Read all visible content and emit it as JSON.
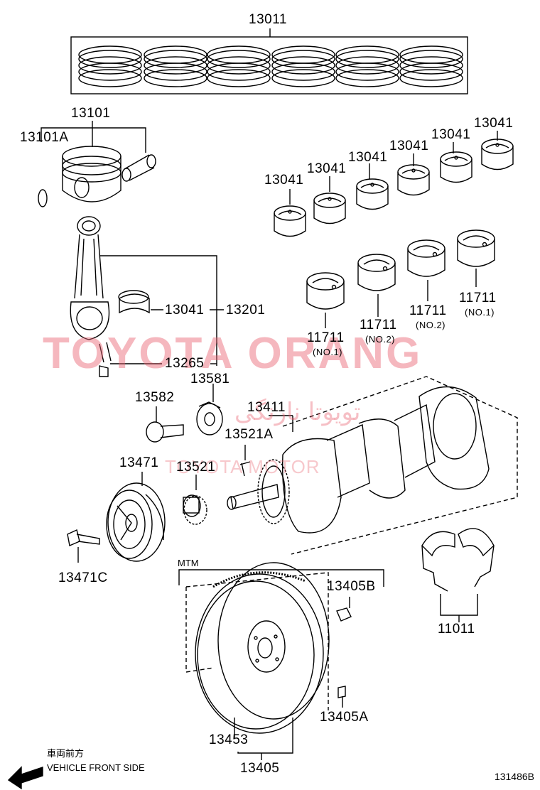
{
  "watermark": {
    "main": "TOYOTA ORANG",
    "arabic": "تويوتا نارنگی",
    "sub": "TOYOTA MOTOR"
  },
  "labels": {
    "p13011": "13011",
    "p13101": "13101",
    "p13101A": "13101A",
    "p13041_a": "13041",
    "p13041_b": "13041",
    "p13041_c": "13041",
    "p13041_d": "13041",
    "p13041_e": "13041",
    "p13041_f": "13041",
    "p13041_rod": "13041",
    "p13201": "13201",
    "p13265": "13265",
    "p11711_a": "11711",
    "p11711_a_sub": "(NO.1)",
    "p11711_b": "11711",
    "p11711_b_sub": "(NO.2)",
    "p11711_c": "11711",
    "p11711_c_sub": "(NO.2)",
    "p11711_d": "11711",
    "p11711_d_sub": "(NO.1)",
    "p13581": "13581",
    "p13582": "13582",
    "p13411": "13411",
    "p13521A": "13521A",
    "p13471": "13471",
    "p13521": "13521",
    "p13471C": "13471C",
    "p13405B": "13405B",
    "p11011": "11011",
    "p13405A": "13405A",
    "p13453": "13453",
    "p13405": "13405",
    "mtm": "MTM"
  },
  "footer": {
    "front_jp": "車両前方",
    "front_en": "VEHICLE FRONT SIDE",
    "diagram_code": "131486B"
  },
  "colors": {
    "line": "#000000",
    "watermark": "#e8606e"
  }
}
